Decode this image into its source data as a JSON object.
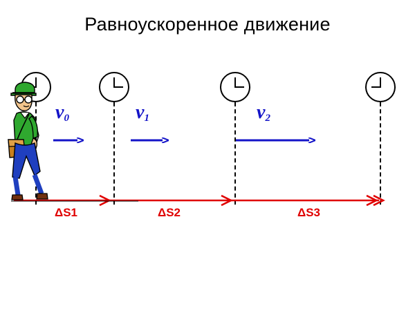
{
  "title": "Равноускоренное движение",
  "diagram": {
    "type": "physics-motion-diagram",
    "description": "Uniformly accelerated motion of a walking man with clocks, velocity vectors and displacement segments",
    "velocity_labels": [
      {
        "symbol": "v",
        "subscript": "0"
      },
      {
        "symbol": "v",
        "subscript": "1"
      },
      {
        "symbol": "v",
        "subscript": "2"
      }
    ],
    "displacement_labels": [
      "ΔS1",
      "ΔS2",
      "ΔS3"
    ],
    "clocks": [
      {
        "name": "clock-0",
        "hands": "hour-up-minute-left"
      },
      {
        "name": "clock-1",
        "hands": "hour-up-minute-right"
      },
      {
        "name": "clock-2",
        "hands": "hour-up-minute-right"
      },
      {
        "name": "clock-3",
        "hands": "hour-up-minute-left"
      }
    ],
    "colors": {
      "velocity_vector": "#1414c8",
      "displacement_axis": "#e00000",
      "outline": "#000000",
      "shirt": "#2fa82f",
      "skin": "#f2c48c",
      "bag": "#c8801e",
      "trousers": "#1f3fbf"
    },
    "markers": {
      "velocity_arrow_count": 3,
      "displacement_arrow_count": 4
    }
  }
}
